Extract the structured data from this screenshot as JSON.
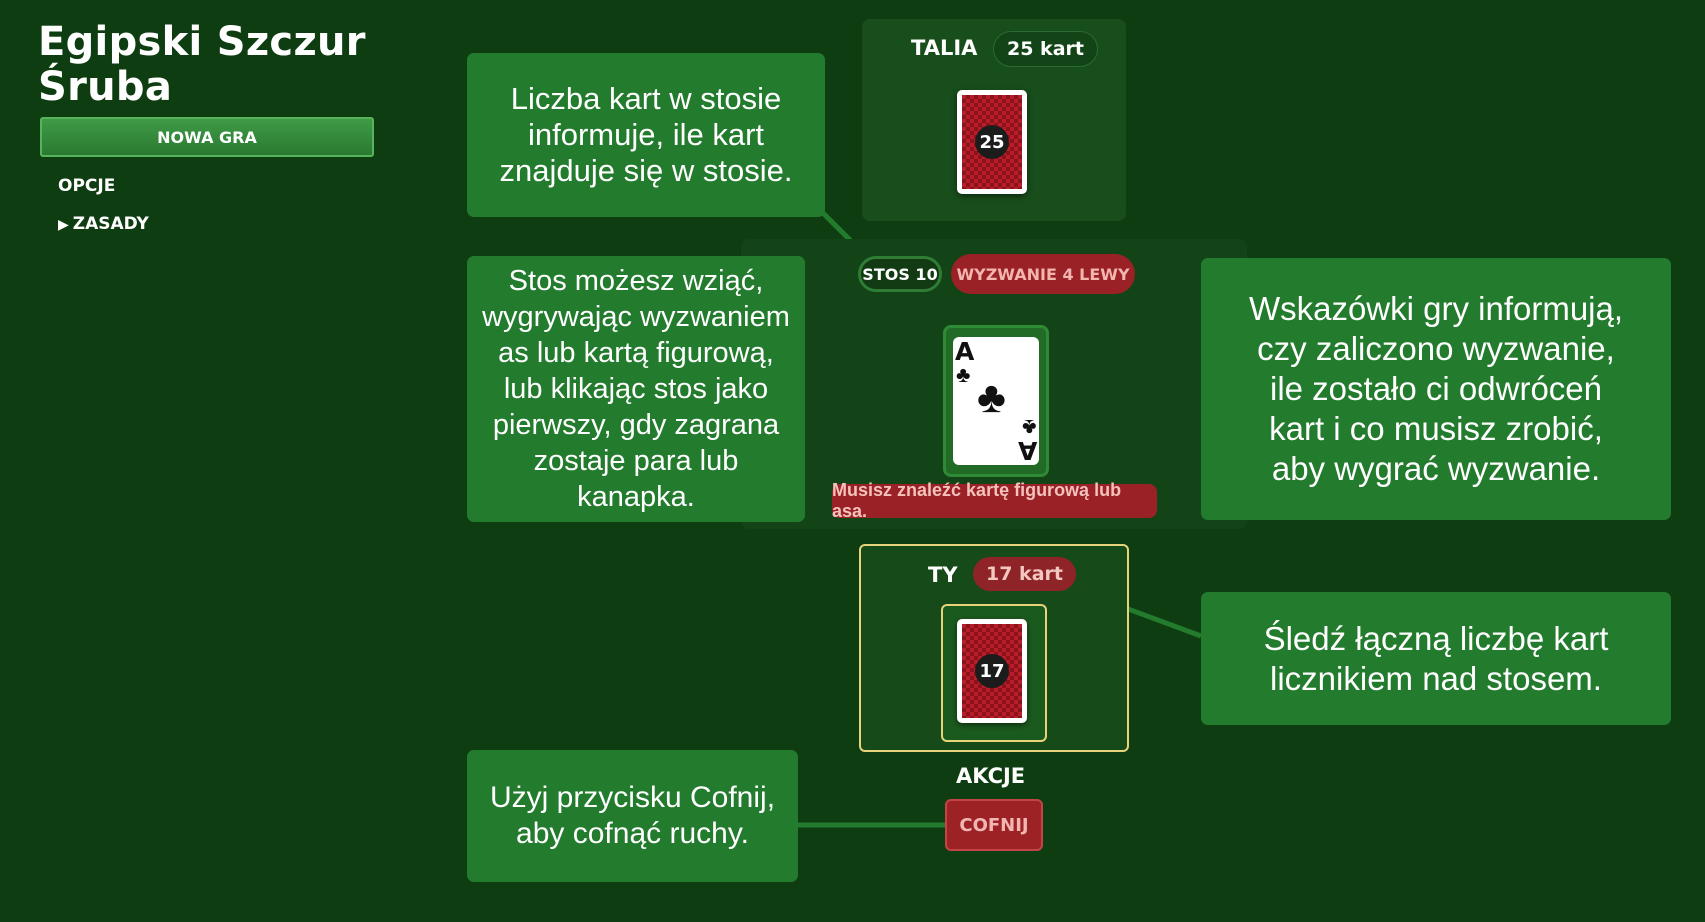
{
  "sidebar": {
    "title": "Egipski Szczur Śruba",
    "new_game_label": "NOWA GRA",
    "options_label": "OPCJE",
    "rules_label": "ZASADY"
  },
  "deck": {
    "label": "TALIA",
    "count_text": "25 kart",
    "card_number": "25"
  },
  "pile": {
    "stack_label": "STOS 10",
    "challenge_label": "WYZWANIE 4 LEWY",
    "top_card": {
      "rank": "A",
      "suit": "♣"
    },
    "hint": "Musisz znaleźć kartę figurową lub asa."
  },
  "player": {
    "label": "TY",
    "count_text": "17 kart",
    "card_number": "17"
  },
  "actions": {
    "label": "AKCJE",
    "undo_label": "COFNIJ"
  },
  "callouts": {
    "stack_count": "Liczba kart w stosie\ninformuje, ile kart\nznajduje się w stosie.",
    "take_pile": "Stos możesz wziąć,\nwygrywając wyzwaniem\nas lub kartą figurową,\nlub klikając stos jako\npierwszy, gdy zagrana\nzostaje para lub kanapka.",
    "hints": "Wskazówki gry informują,\nczy zaliczono wyzwanie,\nile zostało ci odwróceń\nkart i co musisz zrobić,\naby wygrać wyzwanie.",
    "track": "Śledź łączną liczbę kart\nlicznikiem nad stosem.",
    "undo": "Użyj przycisku Cofnij,\naby cofnąć ruchy."
  },
  "colors": {
    "background": "#0e3d12",
    "callout": "#237b2d",
    "challenge_red": "#9a2125",
    "highlight_gold": "#e8d27a"
  }
}
